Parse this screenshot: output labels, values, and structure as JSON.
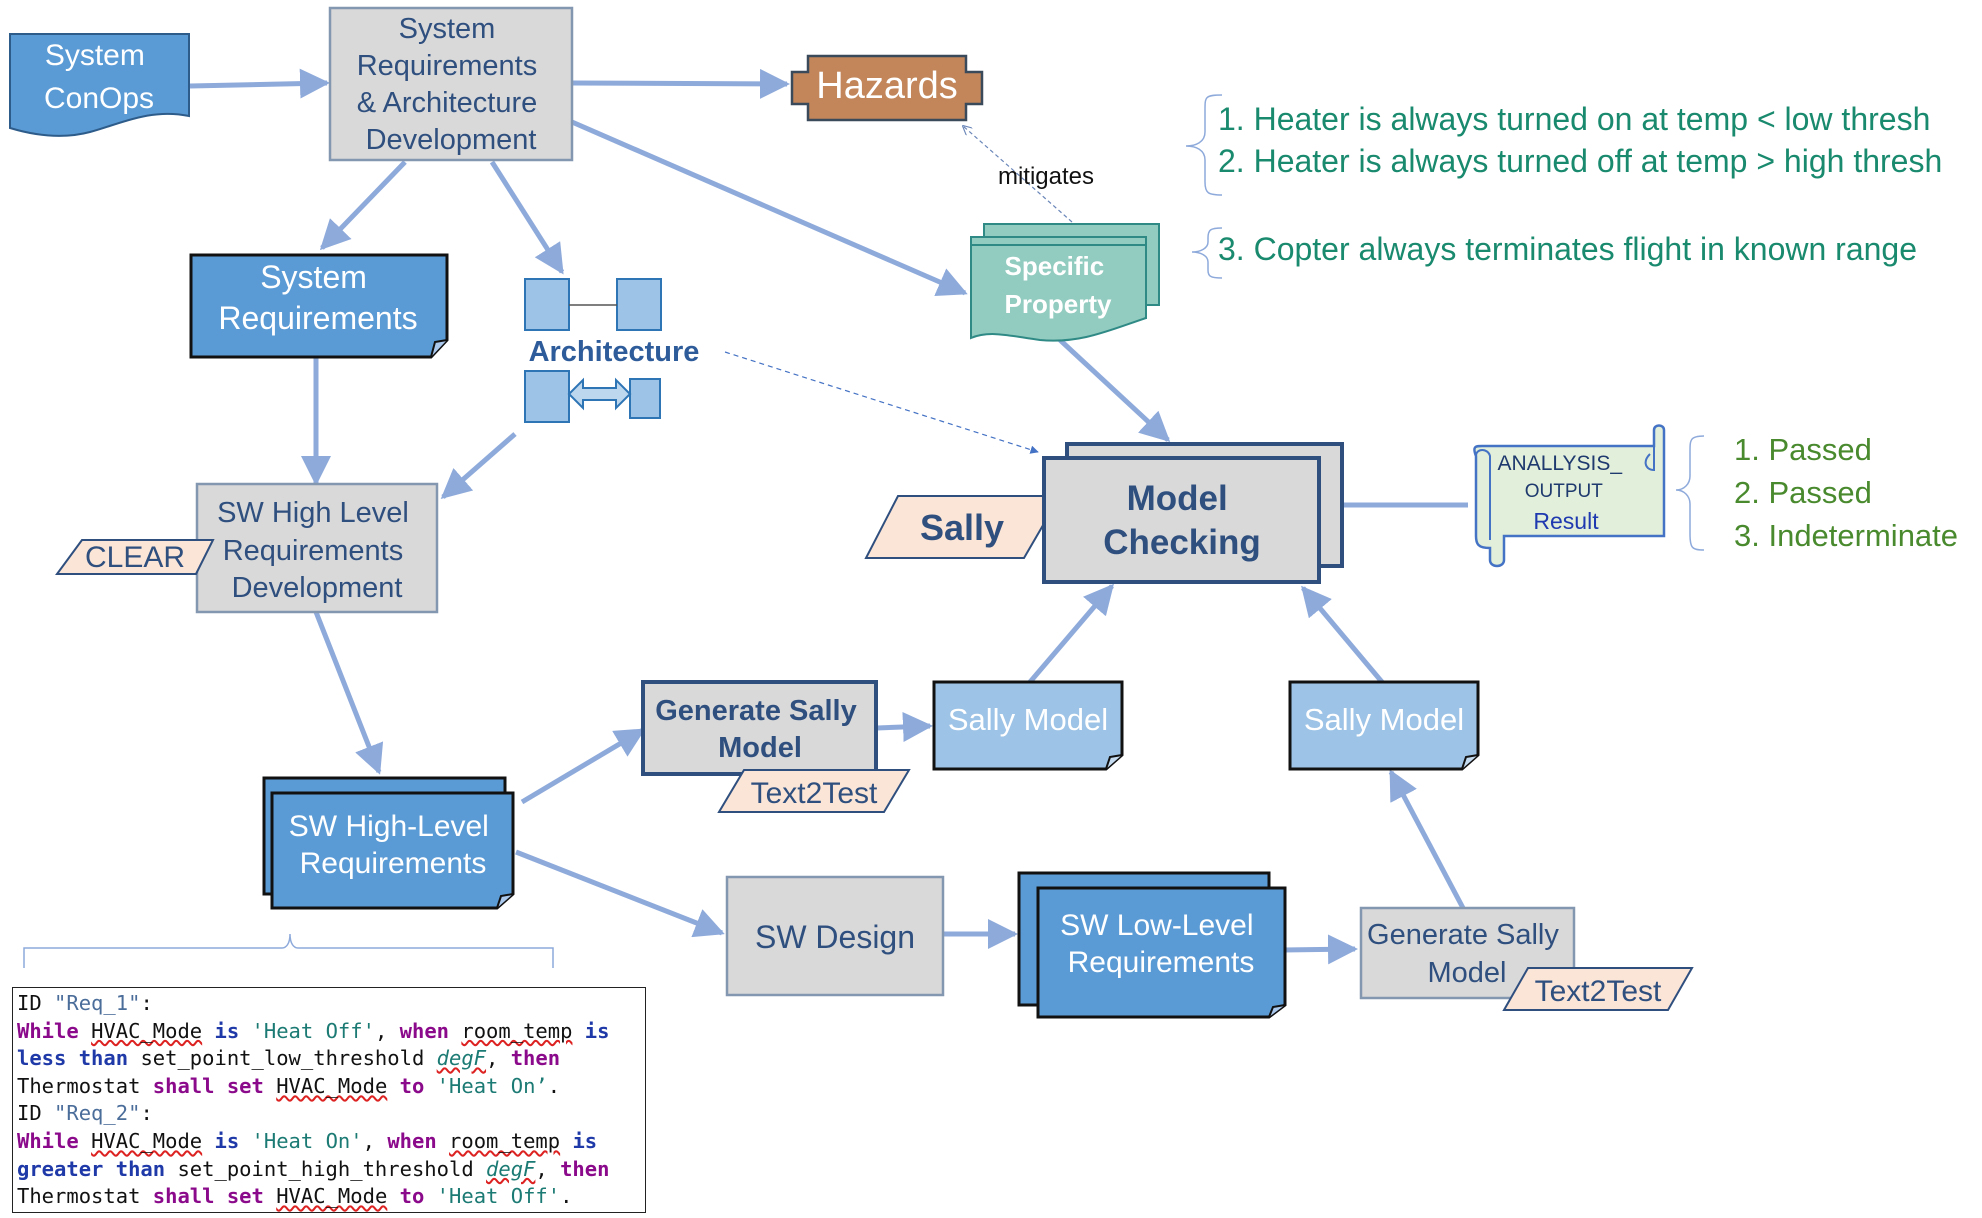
{
  "nodes": {
    "system_conops": [
      "System",
      "ConOps"
    ],
    "sys_req_arch_dev": [
      "System",
      "Requirements",
      "& Architecture",
      "Development"
    ],
    "hazards": "Hazards",
    "system_requirements": [
      "System",
      "Requirements"
    ],
    "architecture": "Architecture",
    "specific_property": [
      "Specific",
      "Property"
    ],
    "mitigates": "mitigates",
    "sw_hl_req_dev": [
      "SW High Level",
      "Requirements",
      "Development"
    ],
    "clear": "CLEAR",
    "sally": "Sally",
    "model_checking": [
      "Model",
      "Checking"
    ],
    "analysis_output": [
      "ANALLYSIS_",
      "OUTPUT",
      "Result"
    ],
    "sw_hl_requirements": [
      "SW High-Level",
      "Requirements"
    ],
    "generate_sally_model_1": [
      "Generate Sally",
      "Model"
    ],
    "text2test_1": "Text2Test",
    "sally_model_1": "Sally Model",
    "sally_model_2": "Sally Model",
    "sw_design": "SW Design",
    "sw_ll_requirements": [
      "SW Low-Level",
      "Requirements"
    ],
    "generate_sally_model_2": [
      "Generate Sally",
      "Model"
    ],
    "text2test_2": "Text2Test"
  },
  "properties": [
    "1. Heater is always turned on at temp < low thresh",
    "2. Heater is always turned off at temp > high thresh",
    "3. Copter always terminates flight in known range"
  ],
  "results": [
    "1. Passed",
    "2. Passed",
    "3. Indeterminate"
  ],
  "code": {
    "req1_id": "ID \"Req_1\":",
    "req2_id": "ID \"Req_2\":"
  },
  "colors": {
    "blue_fill": "#5b9bd5",
    "light_blue": "#9dc3e6",
    "gray_box": "#d9d9d9",
    "gray_border": "#8497b0",
    "hazard": "#c2865a",
    "teal": "#92cbbf",
    "tan": "#fbe5d6",
    "analysis": "#e2efda",
    "arrow": "#8eaadb",
    "green_text": "#1a8a6e",
    "result_text": "#4a8a2e"
  }
}
